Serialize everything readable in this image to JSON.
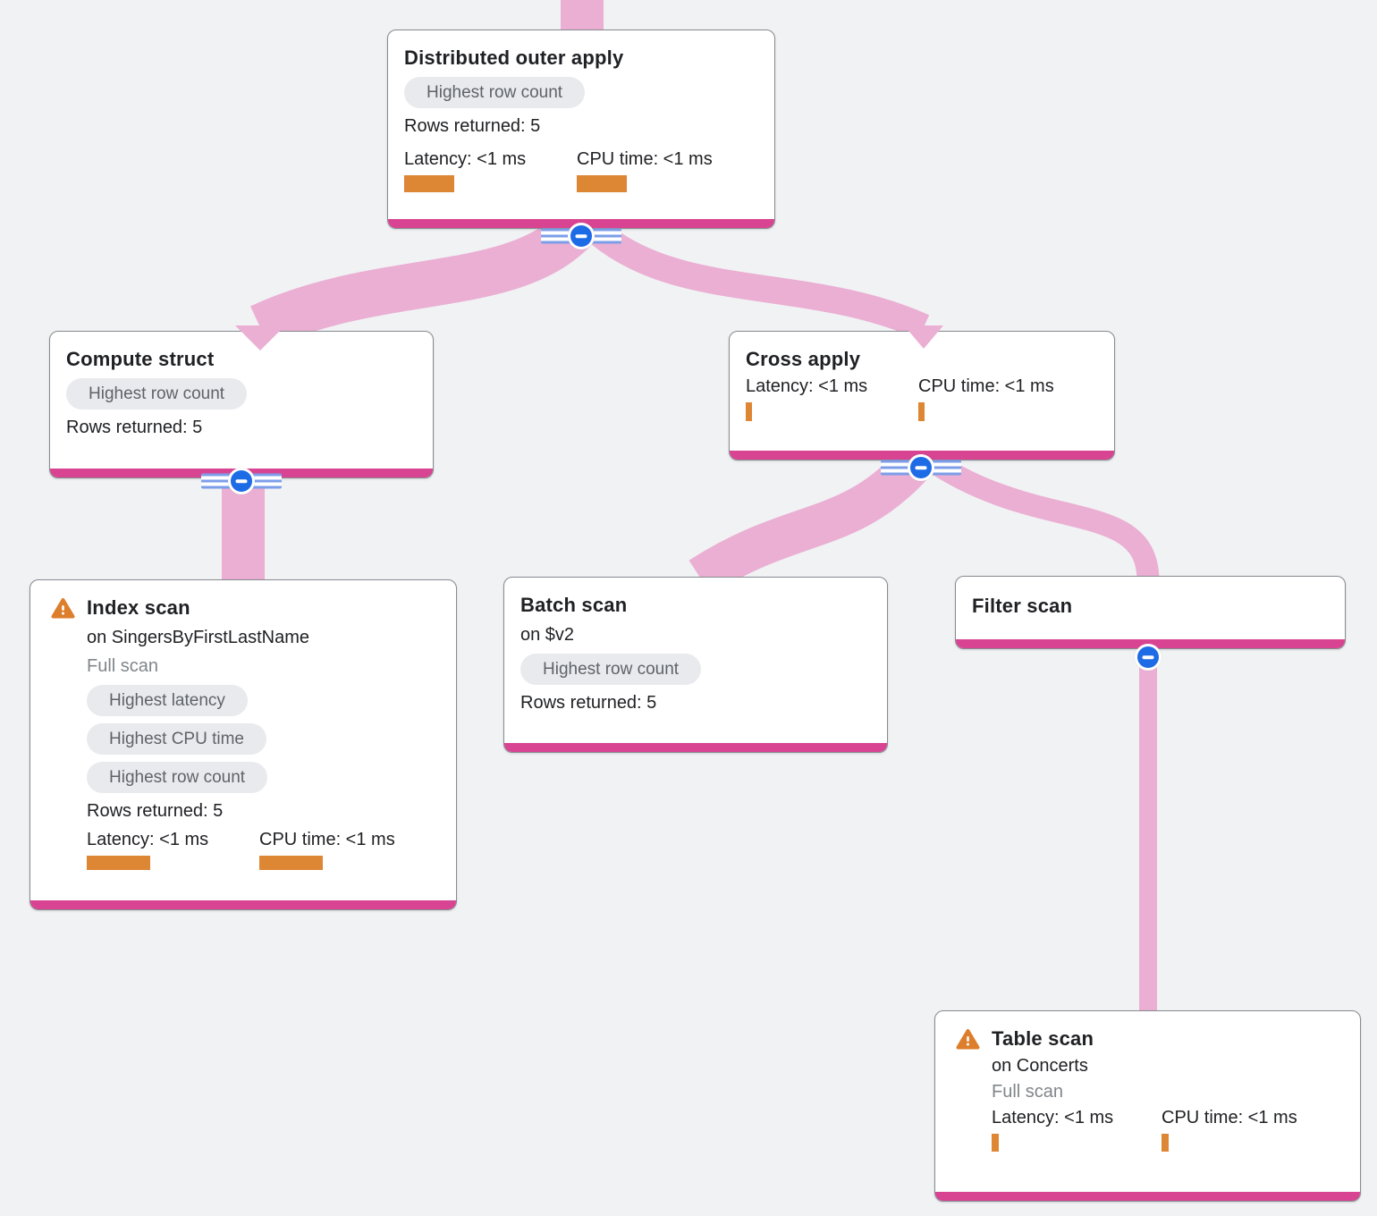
{
  "page": {
    "background": "#F1F2F4"
  },
  "colors": {
    "link_pink": "#EAAFD3",
    "node_bottom_bar": "#D84492",
    "metric_bar_orange": "#DD8633",
    "badge_bg": "#E8EAED",
    "badge_text": "#5F6368",
    "collapse_button_blue": "#1E6BE6",
    "warning_orange": "#DD7E2C",
    "title_text": "#202124",
    "muted_text": "#80868B"
  },
  "nodes": [
    {
      "id": "distributed-outer-apply",
      "title": "Distributed outer apply",
      "badges": [
        "Highest row count"
      ],
      "rows_returned": "Rows returned: 5",
      "latency_label": "Latency: <1 ms",
      "cpu_label": "CPU time: <1 ms",
      "latency_bar_style": "width:56px;height:19px",
      "cpu_bar_style": "width:56px;height:19px"
    },
    {
      "id": "compute-struct",
      "title": "Compute struct",
      "badges": [
        "Highest row count"
      ],
      "rows_returned": "Rows returned: 5"
    },
    {
      "id": "cross-apply",
      "title": "Cross apply",
      "latency_label": "Latency: <1 ms",
      "cpu_label": "CPU time: <1 ms",
      "latency_bar_style": "width:7px;height:21px",
      "cpu_bar_style": "width:7px;height:21px"
    },
    {
      "id": "index-scan",
      "title": "Index scan",
      "subtitle": "on SingersByFirstLastName",
      "scan_type": "Full scan",
      "warning": true,
      "badges": [
        "Highest latency",
        "Highest CPU time",
        "Highest row count"
      ],
      "rows_returned": "Rows returned: 5",
      "latency_label": "Latency: <1 ms",
      "cpu_label": "CPU time: <1 ms",
      "latency_bar_style": "width:71px;height:16px",
      "cpu_bar_style": "width:71px;height:16px"
    },
    {
      "id": "batch-scan",
      "title": "Batch scan",
      "subtitle": "on $v2",
      "badges": [
        "Highest row count"
      ],
      "rows_returned": "Rows returned: 5"
    },
    {
      "id": "filter-scan",
      "title": "Filter scan"
    },
    {
      "id": "table-scan",
      "title": "Table scan",
      "subtitle": "on Concerts",
      "scan_type": "Full scan",
      "warning": true,
      "latency_label": "Latency: <1 ms",
      "cpu_label": "CPU time: <1 ms",
      "latency_bar_style": "width:8px;height:20px",
      "cpu_bar_style": "width:8px;height:20px"
    }
  ],
  "edges": [
    {
      "from": "root",
      "to": "distributed-outer-apply"
    },
    {
      "from": "distributed-outer-apply",
      "to": "compute-struct"
    },
    {
      "from": "distributed-outer-apply",
      "to": "cross-apply"
    },
    {
      "from": "compute-struct",
      "to": "index-scan"
    },
    {
      "from": "cross-apply",
      "to": "batch-scan"
    },
    {
      "from": "cross-apply",
      "to": "filter-scan"
    },
    {
      "from": "filter-scan",
      "to": "table-scan"
    }
  ]
}
